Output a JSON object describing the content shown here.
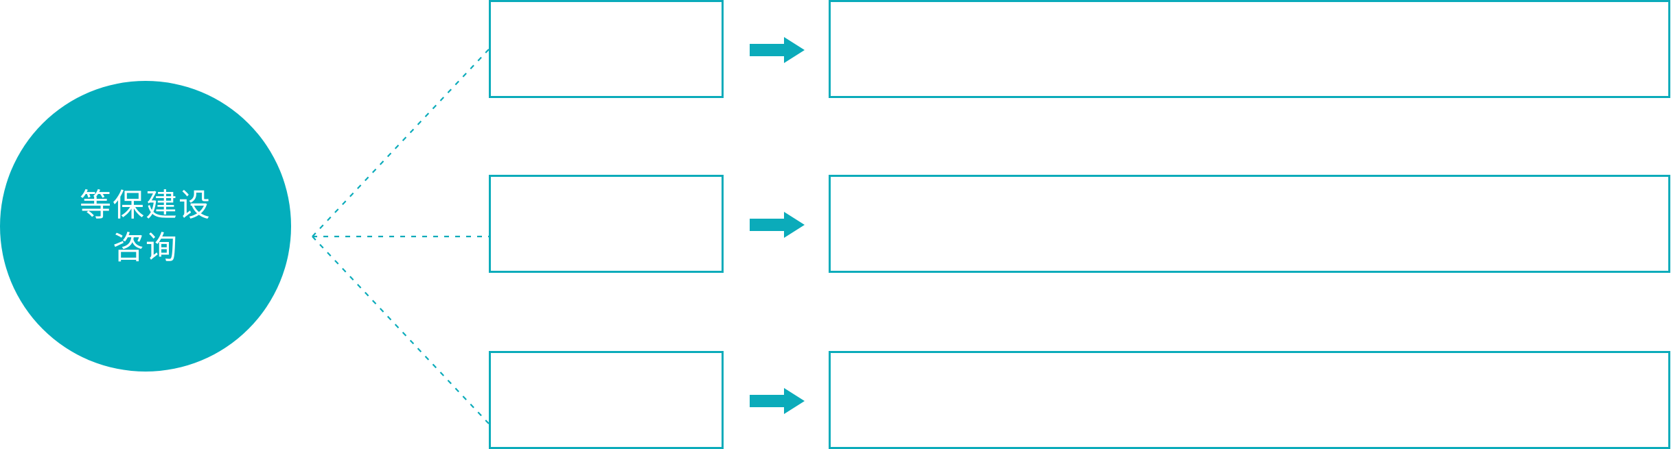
{
  "diagram": {
    "title": "等保建设咨询",
    "accent_color": "#03AEBC",
    "border_color": "#0BABBA",
    "background_color": "#FFFFFF",
    "arrow_color": "#0BABBA",
    "connector_style": "dotted"
  },
  "hub": {
    "label_line_1": "等保建设",
    "label_line_2": "咨询",
    "text_color": "#FFFFFF",
    "shape": "circle"
  },
  "rows": [
    {
      "index": 1,
      "stage_label": "",
      "detail_label": "",
      "arrow_icon": "right-arrow-icon"
    },
    {
      "index": 2,
      "stage_label": "",
      "detail_label": "",
      "arrow_icon": "right-arrow-icon"
    },
    {
      "index": 3,
      "stage_label": "",
      "detail_label": "",
      "arrow_icon": "right-arrow-icon"
    }
  ]
}
